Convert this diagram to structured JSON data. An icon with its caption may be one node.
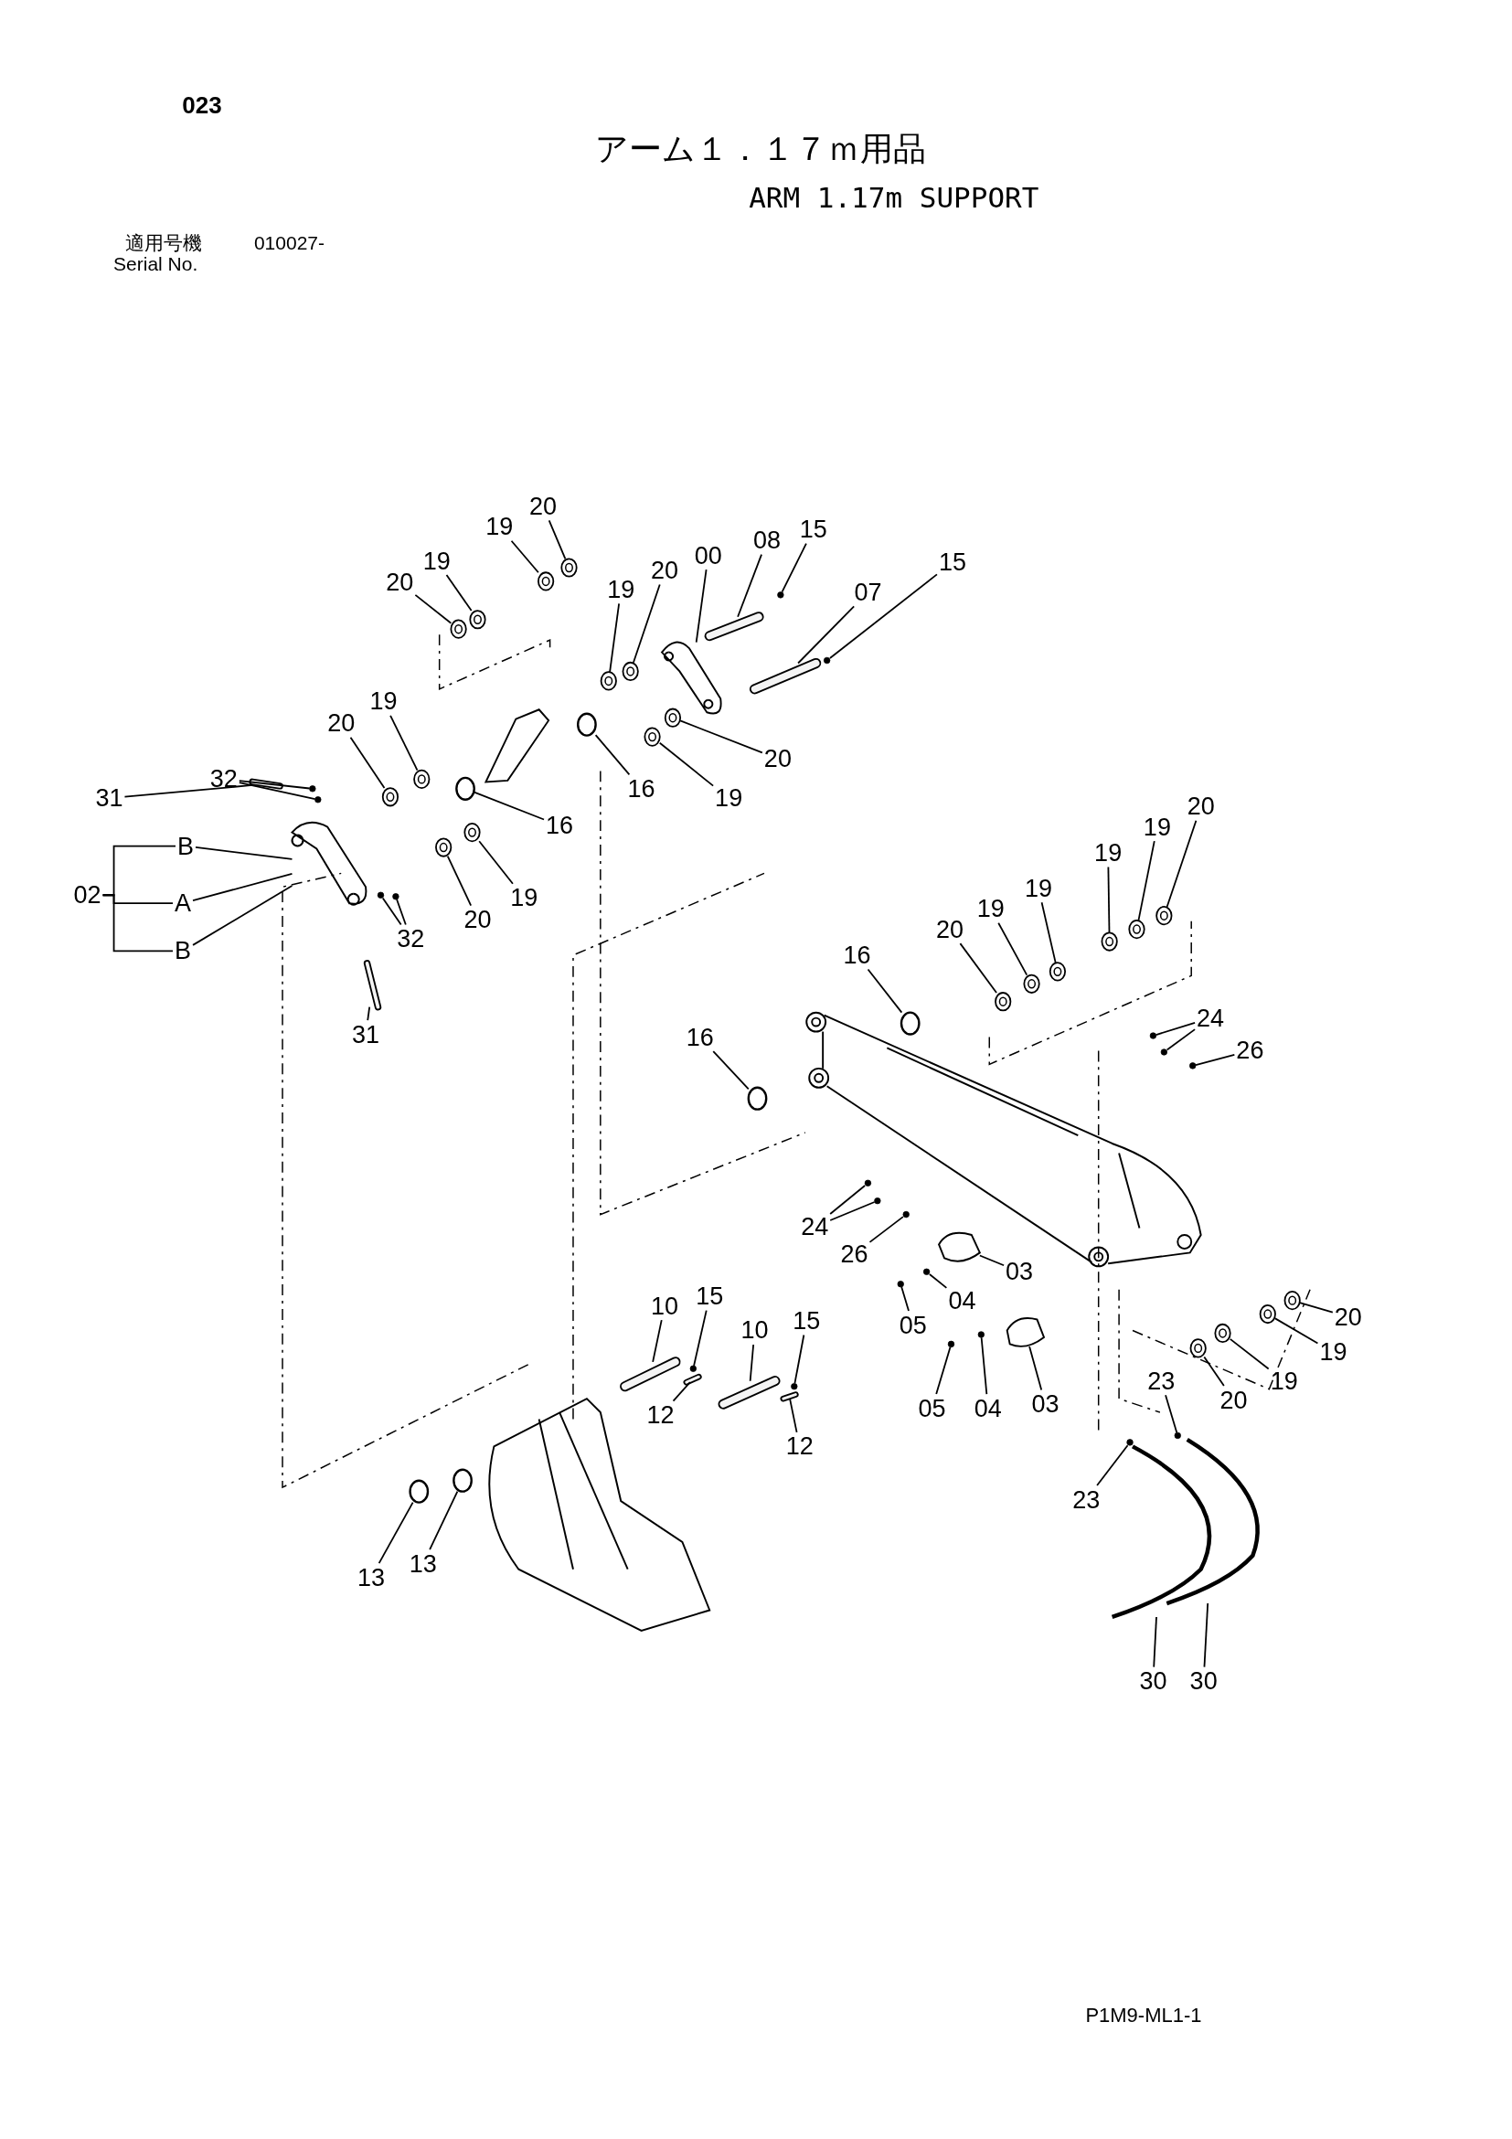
{
  "diagram": {
    "title": "アーム１．１７ｍ用品",
    "nodes": [
      {
        "text": [
          "20"
        ]
      },
      {
        "text": [
          "19"
        ]
      },
      {
        "text": [
          "19"
        ]
      },
      {
        "text": [
          "20"
        ]
      },
      {
        "text": [
          "15"
        ]
      },
      {
        "text": [
          "08"
        ]
      },
      {
        "text": [
          "00"
        ]
      },
      {
        "text": [
          "20"
        ]
      },
      {
        "text": [
          "15"
        ]
      },
      {
        "text": [
          "19"
        ]
      },
      {
        "text": [
          "07"
        ]
      },
      {
        "text": [
          "20"
        ]
      },
      {
        "text": [
          "19"
        ]
      },
      {
        "text": [
          "20"
        ]
      },
      {
        "text": [
          "32"
        ]
      },
      {
        "text": [
          "16"
        ]
      },
      {
        "text": [
          "31"
        ]
      },
      {
        "text": [
          "19"
        ]
      },
      {
        "text": [
          "B"
        ]
      },
      {
        "text": [
          "02"
        ]
      },
      {
        "text": [
          "A"
        ]
      },
      {
        "text": [
          "16"
        ]
      },
      {
        "text": [
          "B"
        ]
      },
      {
        "text": [
          "32"
        ]
      },
      {
        "text": [
          "20"
        ]
      },
      {
        "text": [
          "19"
        ]
      },
      {
        "text": [
          "31"
        ]
      },
      {
        "text": [
          "20"
        ]
      },
      {
        "text": [
          "19"
        ]
      },
      {
        "text": [
          "19"
        ]
      },
      {
        "text": [
          "16"
        ]
      },
      {
        "text": [
          "20"
        ]
      },
      {
        "text": [
          "19"
        ]
      },
      {
        "text": [
          "19"
        ]
      },
      {
        "text": [
          "16"
        ]
      },
      {
        "text": [
          "24"
        ]
      },
      {
        "text": [
          "26"
        ]
      },
      {
        "text": [
          "24"
        ]
      },
      {
        "text": [
          "26"
        ]
      },
      {
        "text": [
          "03"
        ]
      },
      {
        "text": [
          "04"
        ]
      },
      {
        "text": [
          "05"
        ]
      },
      {
        "text": [
          "20"
        ]
      },
      {
        "text": [
          "19"
        ]
      },
      {
        "text": [
          "19"
        ]
      },
      {
        "text": [
          "20"
        ]
      },
      {
        "text": [
          "05"
        ]
      },
      {
        "text": [
          "04"
        ]
      },
      {
        "text": [
          "03"
        ]
      },
      {
        "text": [
          "23"
        ]
      },
      {
        "text": [
          "23"
        ]
      },
      {
        "text": [
          "10"
        ]
      },
      {
        "text": [
          "15"
        ]
      },
      {
        "text": [
          "10"
        ]
      },
      {
        "text": [
          "15"
        ]
      },
      {
        "text": [
          "12"
        ]
      },
      {
        "text": [
          "12"
        ]
      },
      {
        "text": [
          "13"
        ]
      },
      {
        "text": [
          "13"
        ]
      },
      {
        "text": [
          "30"
        ]
      },
      {
        "text": [
          "30"
        ]
      },
      {
        "text": [],
        "shape": "circle"
      },
      {
        "text": [],
        "shape": "circle"
      },
      {
        "text": [],
        "shape": "circle"
      },
      {
        "text": [],
        "shape": "circle"
      },
      {
        "text": [],
        "shape": "circle"
      },
      {
        "text": [],
        "shape": "cylinder"
      },
      {
        "text": [],
        "shape": "picture"
      },
      {
        "text": [],
        "shape": "circle"
      },
      {
        "text": [],
        "shape": "circle"
      },
      {
        "text": [],
        "shape": "circle"
      },
      {
        "text": [],
        "shape": "cylinder"
      },
      {
        "text": [],
        "shape": "circle"
      },
      {
        "text": [],
        "shape": "circle"
      },
      {
        "text": [],
        "shape": "circle"
      },
      {
        "text": [],
        "shape": "circle"
      },
      {
        "text": [],
        "shape": "circle"
      },
      {
        "text": [],
        "shape": "circle"
      },
      {
        "text": [],
        "shape": "cylinder"
      },
      {
        "text": [],
        "shape": "circle"
      },
      {
        "text": [],
        "shape": "picture"
      },
      {
        "text": [],
        "shape": "circle"
      },
      {
        "text": [],
        "shape": "circle"
      },
      {
        "text": [],
        "shape": "circle"
      },
      {
        "text": [],
        "shape": "circle"
      },
      {
        "text": [],
        "shape": "circle"
      },
      {
        "text": [],
        "shape": "cylinder"
      },
      {
        "text": [],
        "shape": "circle"
      },
      {
        "text": [],
        "shape": "circle"
      },
      {
        "text": [],
        "shape": "circle"
      },
      {
        "text": [],
        "shape": "circle"
      },
      {
        "text": [],
        "shape": "circle"
      },
      {
        "text": [],
        "shape": "circle"
      },
      {
        "text": [],
        "shape": "circle"
      },
      {
        "text": [],
        "shape": "circle"
      },
      {
        "text": [],
        "shape": "circle"
      },
      {
        "text": [],
        "shape": "circle"
      },
      {
        "text": [],
        "shape": "circle"
      },
      {
        "text": [],
        "shape": "circle"
      },
      {
        "text": [],
        "shape": "circle"
      },
      {
        "text": [],
        "shape": "circle"
      },
      {
        "text": [],
        "shape": "picture"
      },
      {
        "text": [],
        "shape": "circle"
      },
      {
        "text": [],
        "shape": "circle"
      },
      {
        "text": [],
        "shape": "circle"
      },
      {
        "text": [],
        "shape": "circle"
      },
      {
        "text": [],
        "shape": "circle"
      },
      {
        "text": [],
        "shape": "circle"
      },
      {
        "text": [],
        "shape": "circle"
      },
      {
        "text": [],
        "shape": "circle"
      },
      {
        "text": [],
        "shape": "picture"
      },
      {
        "text": [],
        "shape": "circle"
      },
      {
        "text": [],
        "shape": "circle"
      },
      {
        "text": [],
        "shape": "cylinder"
      },
      {
        "text": [],
        "shape": "circle"
      },
      {
        "text": [],
        "shape": "cylinder"
      },
      {
        "text": [],
        "shape": "circle"
      },
      {
        "text": [],
        "shape": "cylinder"
      },
      {
        "text": [],
        "shape": "cylinder"
      },
      {
        "text": [],
        "shape": "circle"
      },
      {
        "text": [],
        "shape": "circle"
      },
      {
        "text": [],
        "shape": "picture"
      },
      {
        "text": [],
        "shape": "picture"
      }
    ],
    "edges": [
      {
        "from": 0,
        "to": 61,
        "arrow": "none"
      },
      {
        "from": 1,
        "to": 62,
        "arrow": "none"
      },
      {
        "from": 2,
        "to": 63,
        "arrow": "none"
      },
      {
        "from": 3,
        "to": 64,
        "arrow": "none"
      },
      {
        "from": 4,
        "to": 65,
        "arrow": "none"
      },
      {
        "from": 5,
        "to": 66,
        "arrow": "none"
      },
      {
        "from": 6,
        "to": 67,
        "arrow": "none"
      },
      {
        "from": 7,
        "to": 68,
        "arrow": "none"
      },
      {
        "from": 8,
        "to": 69,
        "arrow": "none"
      },
      {
        "from": 9,
        "to": 70,
        "arrow": "none"
      },
      {
        "from": 10,
        "to": 71,
        "arrow": "none"
      },
      {
        "from": 11,
        "to": 72,
        "arrow": "none"
      },
      {
        "from": 12,
        "to": 73,
        "arrow": "none"
      },
      {
        "from": 13,
        "to": 74,
        "arrow": "none"
      },
      {
        "from": 14,
        "to": 75,
        "arrow": "none"
      },
      {
        "from": 14,
        "to": 76,
        "arrow": "none"
      },
      {
        "from": 15,
        "to": 77,
        "arrow": "none"
      },
      {
        "from": 16,
        "to": 78,
        "arrow": "none"
      },
      {
        "from": 17,
        "to": 79,
        "arrow": "none"
      },
      {
        "from": 18,
        "to": 80,
        "arrow": "none"
      },
      {
        "from": 19,
        "to": 18,
        "arrow": "none"
      },
      {
        "from": 19,
        "to": 20,
        "arrow": "none"
      },
      {
        "from": 19,
        "to": 22,
        "arrow": "none"
      },
      {
        "from": 20,
        "to": 80,
        "arrow": "none"
      },
      {
        "from": 21,
        "to": 81,
        "arrow": "none"
      },
      {
        "from": 22,
        "to": 80,
        "arrow": "none"
      },
      {
        "from": 23,
        "to": 82,
        "arrow": "none"
      },
      {
        "from": 23,
        "to": 83,
        "arrow": "none"
      },
      {
        "from": 24,
        "to": 84,
        "arrow": "none"
      },
      {
        "from": 25,
        "to": 85,
        "arrow": "none"
      },
      {
        "from": 26,
        "to": 86,
        "arrow": "none"
      },
      {
        "from": 27,
        "to": 87,
        "arrow": "none"
      },
      {
        "from": 28,
        "to": 88,
        "arrow": "none"
      },
      {
        "from": 29,
        "to": 89,
        "arrow": "none"
      },
      {
        "from": 30,
        "to": 90,
        "arrow": "none"
      },
      {
        "from": 31,
        "to": 91,
        "arrow": "none"
      },
      {
        "from": 32,
        "to": 92,
        "arrow": "none"
      },
      {
        "from": 33,
        "to": 93,
        "arrow": "none"
      },
      {
        "from": 34,
        "to": 94,
        "arrow": "none"
      },
      {
        "from": 35,
        "to": 95,
        "arrow": "none"
      },
      {
        "from": 35,
        "to": 96,
        "arrow": "none"
      },
      {
        "from": 36,
        "to": 97,
        "arrow": "none"
      },
      {
        "from": 37,
        "to": 98,
        "arrow": "none"
      },
      {
        "from": 37,
        "to": 99,
        "arrow": "none"
      },
      {
        "from": 38,
        "to": 100,
        "arrow": "none"
      },
      {
        "from": 39,
        "to": 101,
        "arrow": "none"
      },
      {
        "from": 40,
        "to": 102,
        "arrow": "none"
      },
      {
        "from": 41,
        "to": 103,
        "arrow": "none"
      },
      {
        "from": 42,
        "to": 104,
        "arrow": "none"
      },
      {
        "from": 43,
        "to": 105,
        "arrow": "none"
      },
      {
        "from": 44,
        "to": 106,
        "arrow": "none"
      },
      {
        "from": 45,
        "to": 107,
        "arrow": "none"
      },
      {
        "from": 46,
        "to": 108,
        "arrow": "none"
      },
      {
        "from": 47,
        "to": 109,
        "arrow": "none"
      },
      {
        "from": 48,
        "to": 110,
        "arrow": "none"
      },
      {
        "from": 49,
        "to": 111,
        "arrow": "none"
      },
      {
        "from": 50,
        "to": 112,
        "arrow": "none"
      },
      {
        "from": 51,
        "to": 113,
        "arrow": "none"
      },
      {
        "from": 52,
        "to": 114,
        "arrow": "none"
      },
      {
        "from": 53,
        "to": 115,
        "arrow": "none"
      },
      {
        "from": 54,
        "to": 116,
        "arrow": "none"
      },
      {
        "from": 55,
        "to": 117,
        "arrow": "none"
      },
      {
        "from": 56,
        "to": 118,
        "arrow": "none"
      },
      {
        "from": 57,
        "to": 119,
        "arrow": "none"
      },
      {
        "from": 58,
        "to": 120,
        "arrow": "none"
      },
      {
        "from": 59,
        "to": 121,
        "arrow": "none"
      },
      {
        "from": 60,
        "to": 122,
        "arrow": "none"
      }
    ],
    "labels": [
      "023",
      "ARM 1.17m SUPPORT",
      "適用号機",
      "010027-",
      "Serial No.",
      "P1M9-ML1-1"
    ]
  }
}
